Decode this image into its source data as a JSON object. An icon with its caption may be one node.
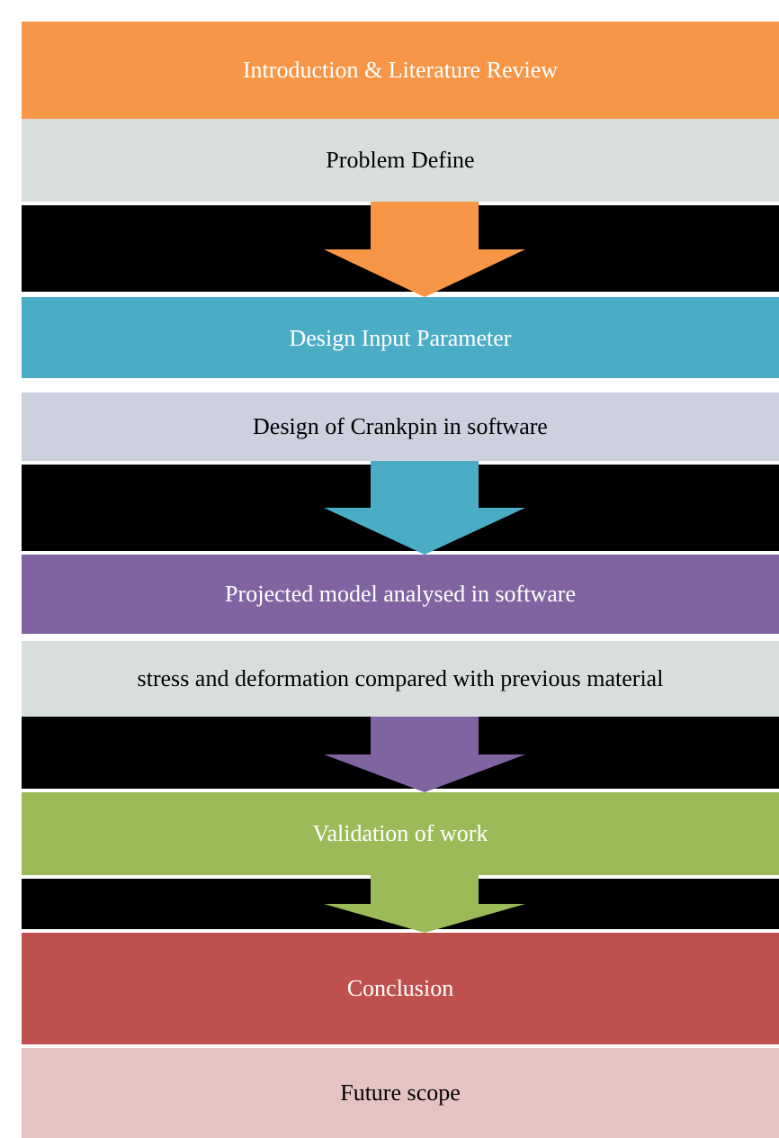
{
  "diagram": {
    "nodes": [
      {
        "text": [
          "Introduction & Literature Review"
        ]
      },
      {
        "text": [
          "Problem Define"
        ]
      },
      {
        "text": [
          "Design Input Parameter"
        ]
      },
      {
        "text": [
          "Design of Crankpin in software"
        ]
      },
      {
        "text": [
          "Projected model analysed in software"
        ]
      },
      {
        "text": [
          "stress and deformation compared with previous material"
        ]
      },
      {
        "text": [
          "Validation of work"
        ]
      },
      {
        "text": [
          "Conclusion"
        ]
      },
      {
        "text": [
          "Future scope"
        ]
      }
    ],
    "edges": [
      {
        "from": 1,
        "to": 2,
        "arrow": "to",
        "style": "thick",
        "color": "#f79646"
      },
      {
        "from": 3,
        "to": 4,
        "arrow": "to",
        "style": "thick",
        "color": "#4bacc6"
      },
      {
        "from": 5,
        "to": 6,
        "arrow": "to",
        "style": "thick",
        "color": "#8064a2"
      },
      {
        "from": 6,
        "to": 7,
        "arrow": "to",
        "style": "thick",
        "color": "#9bbb59"
      }
    ]
  }
}
